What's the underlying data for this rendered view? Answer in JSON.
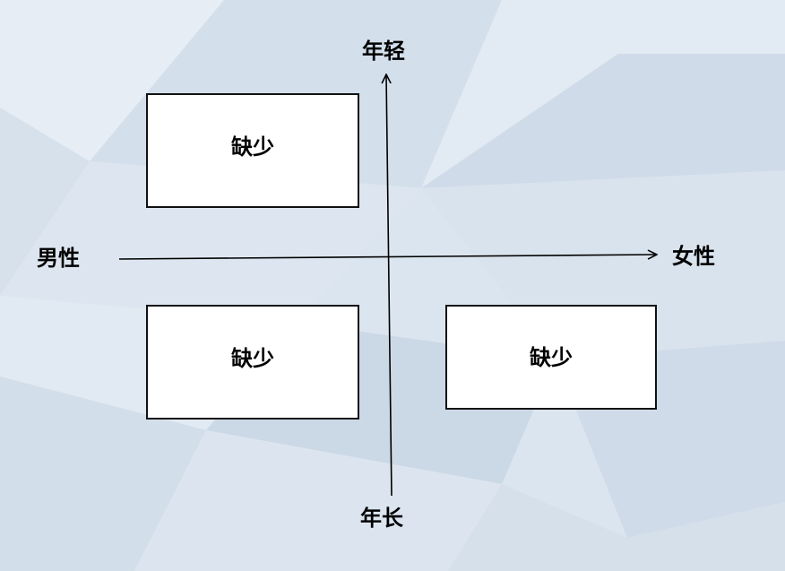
{
  "axes": {
    "top": "年轻",
    "bottom": "年长",
    "left": "男性",
    "right": "女性"
  },
  "quadrants": {
    "top_left": "缺少",
    "bottom_left": "缺少",
    "bottom_right": "缺少"
  },
  "colors": {
    "background": "#dbe5ef",
    "box_fill": "#ffffff",
    "stroke": "#000000"
  }
}
